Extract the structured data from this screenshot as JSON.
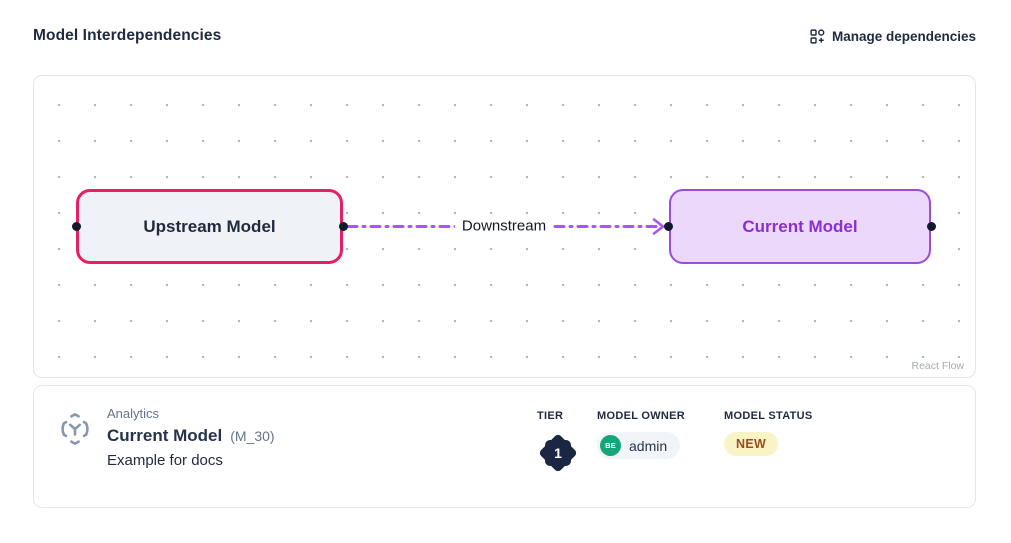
{
  "header": {
    "title": "Model Interdependencies",
    "manage_button_label": "Manage dependencies"
  },
  "canvas": {
    "nodes": [
      {
        "id": "upstream",
        "label": "Upstream Model"
      },
      {
        "id": "current",
        "label": "Current Model"
      }
    ],
    "edge": {
      "label": "Downstream",
      "direction": "upstream-to-current"
    },
    "attribution": "React Flow"
  },
  "details": {
    "category": "Analytics",
    "model_name": "Current Model",
    "model_code": "(M_30)",
    "description": "Example for docs",
    "tier": {
      "label": "TIER",
      "value": "1"
    },
    "owner": {
      "label": "MODEL OWNER",
      "initials": "BE",
      "name": "admin"
    },
    "status": {
      "label": "MODEL STATUS",
      "value": "NEW"
    }
  },
  "colors": {
    "upstream_border": "#e91e63",
    "upstream_fill": "#eff2f6",
    "current_border": "#9c4bde",
    "current_fill": "#ebd8fa",
    "current_text": "#8b2fd0",
    "edge_stroke": "#a855f7",
    "tier_badge": "#1b2742",
    "owner_avatar": "#16a57a",
    "status_bg": "#faf3c6",
    "status_text": "#9a4e1c",
    "canvas_dot": "#b1b7c0",
    "dark_navy": "#1e2a3d"
  }
}
